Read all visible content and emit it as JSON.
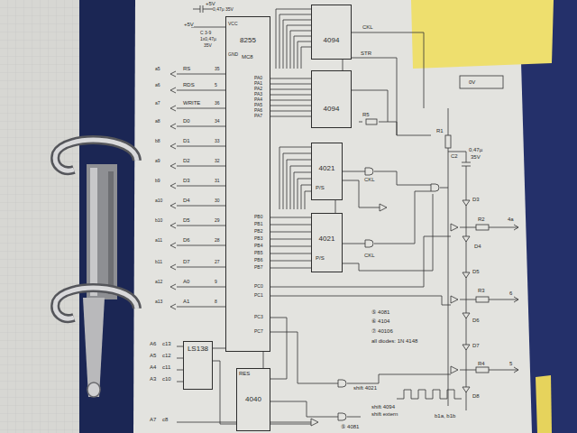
{
  "diagram": {
    "nodes": [
      {
        "text": [
          "8255"
        ]
      },
      {
        "text": [
          "4094"
        ]
      },
      {
        "text": [
          "4094"
        ]
      },
      {
        "text": [
          "4021"
        ]
      },
      {
        "text": [
          "4021"
        ]
      },
      {
        "text": [
          "LS138"
        ]
      },
      {
        "text": [
          "4040"
        ]
      }
    ],
    "edges": [
      {
        "from": 0,
        "to": 2,
        "arrow": "none"
      },
      {
        "from": 0,
        "to": 4,
        "arrow": "none"
      },
      {
        "from": 2,
        "to": 1,
        "arrow": "none"
      },
      {
        "from": 4,
        "to": 3,
        "arrow": "none"
      },
      {
        "from": 5,
        "to": 0,
        "arrow": "none"
      },
      {
        "from": 0,
        "to": 6,
        "arrow": "none"
      }
    ],
    "labels": [
      "+5V",
      "0,47µ 35V",
      "+5V",
      "C 3-9",
      "1x0,47µ",
      "35V",
      "VCC",
      "GND",
      "MC8",
      "a5",
      "RS",
      "35",
      "a6",
      "RDS",
      "5",
      "a7",
      "WRITE",
      "36",
      "a8",
      "D0",
      "34",
      "b8",
      "D1",
      "33",
      "a9",
      "D2",
      "32",
      "b9",
      "D3",
      "31",
      "a10",
      "D4",
      "30",
      "b10",
      "D5",
      "29",
      "a11",
      "D6",
      "28",
      "b11",
      "D7",
      "27",
      "a12",
      "A0",
      "9",
      "a13",
      "A1",
      "8",
      "PA0",
      "PA1",
      "PA2",
      "PA3",
      "PA4",
      "PA5",
      "PA6",
      "PA7",
      "PB0",
      "PB1",
      "PB2",
      "PB3",
      "PB4",
      "PB5",
      "PB6",
      "PB7",
      "PC0",
      "PC1",
      "PC3",
      "PC7",
      "CKL",
      "STR",
      "R5",
      "P/S",
      "P/S",
      "CKL",
      "CKL",
      "0V",
      "R1",
      "C2",
      "0,47µ",
      "35V",
      "D3",
      "R2",
      "D4",
      "4a",
      "D5",
      "R3",
      "D6",
      "6",
      "D7",
      "R4",
      "D8",
      "5",
      "⑤ 4081",
      "⑥ 4104",
      "⑦ 40106",
      "all diodes: 1N 4148",
      "A6",
      "c13",
      "A5",
      "c12",
      "A4",
      "c11",
      "A3",
      "c10",
      "RES",
      "A7",
      "c8",
      "shift 4021",
      "shift 4094",
      "shift extern",
      "b1a, b1b",
      "⑤ 4081"
    ]
  }
}
